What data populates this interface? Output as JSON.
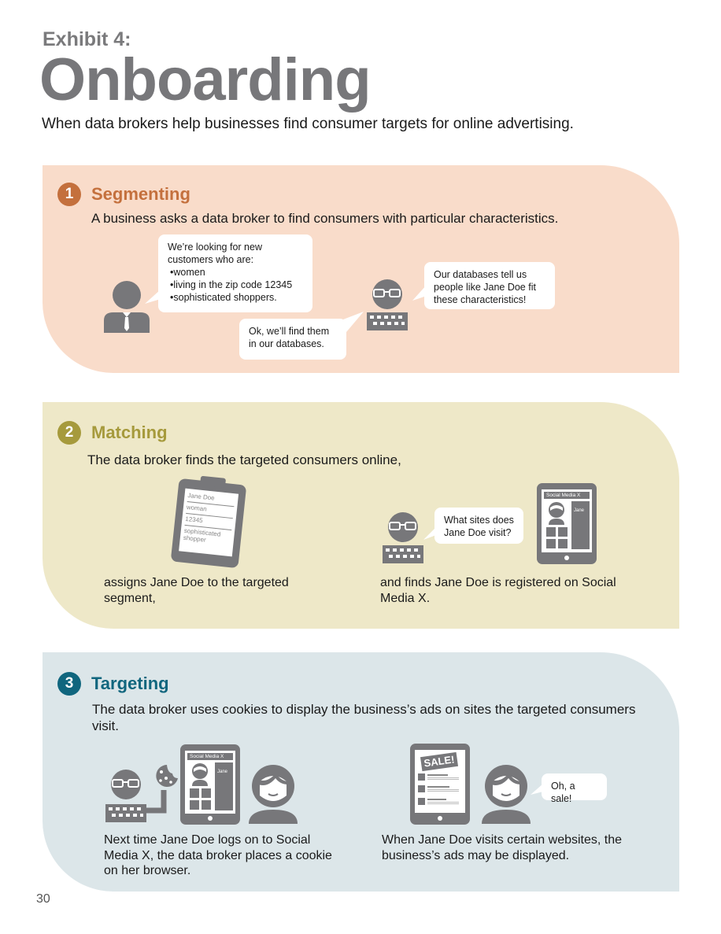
{
  "header": {
    "exhibit": "Exhibit 4:",
    "title": "Onboarding",
    "subtitle": "When data brokers help businesses find consumer targets for online advertising."
  },
  "sections": [
    {
      "number": "1",
      "title": "Segmenting",
      "description": "A business asks a data broker to find consumers with particular characteristics.",
      "bubble_business": {
        "intro": "We’re looking for new customers who are:",
        "items": [
          "women",
          "living in the zip code 12345",
          "sophisticated shoppers."
        ]
      },
      "bubble_broker_reply": "Ok, we’ll find them in our databases.",
      "bubble_broker_db": "Our databases tell us people like Jane Doe fit these characteristics!",
      "color": "#c4703d"
    },
    {
      "number": "2",
      "title": "Matching",
      "description": "The data broker finds the targeted consumers online,",
      "clipboard_lines": [
        "Jane Doe",
        "woman",
        "12345",
        "sophisticated shopper"
      ],
      "bubble_sites": "What sites does Jane Doe visit?",
      "tablet_header": "Social Media X",
      "tablet_name": "Jane",
      "caption_left": "assigns Jane Doe to the targeted segment,",
      "caption_right": "and finds Jane Doe is registered on Social Media X.",
      "color": "#a69a3c"
    },
    {
      "number": "3",
      "title": "Targeting",
      "description": "The data broker uses cookies to display the business’s ads on sites the targeted consumers visit.",
      "tablet_header": "Social Media X",
      "tablet_name": "Jane",
      "sale_sign": "SALE!",
      "bubble_sale": "Oh, a sale!",
      "caption_left": "Next time Jane Doe logs on to Social Media X, the data broker places a cookie on her browser.",
      "caption_right": "When Jane Doe visits certain websites, the business’s ads may be displayed.",
      "color": "#10667e"
    }
  ],
  "page_number": "30",
  "colors": {
    "icon_gray": "#77777a",
    "panel1": "#f9dcca",
    "panel2": "#eee8c8",
    "panel3": "#dce6e9"
  }
}
